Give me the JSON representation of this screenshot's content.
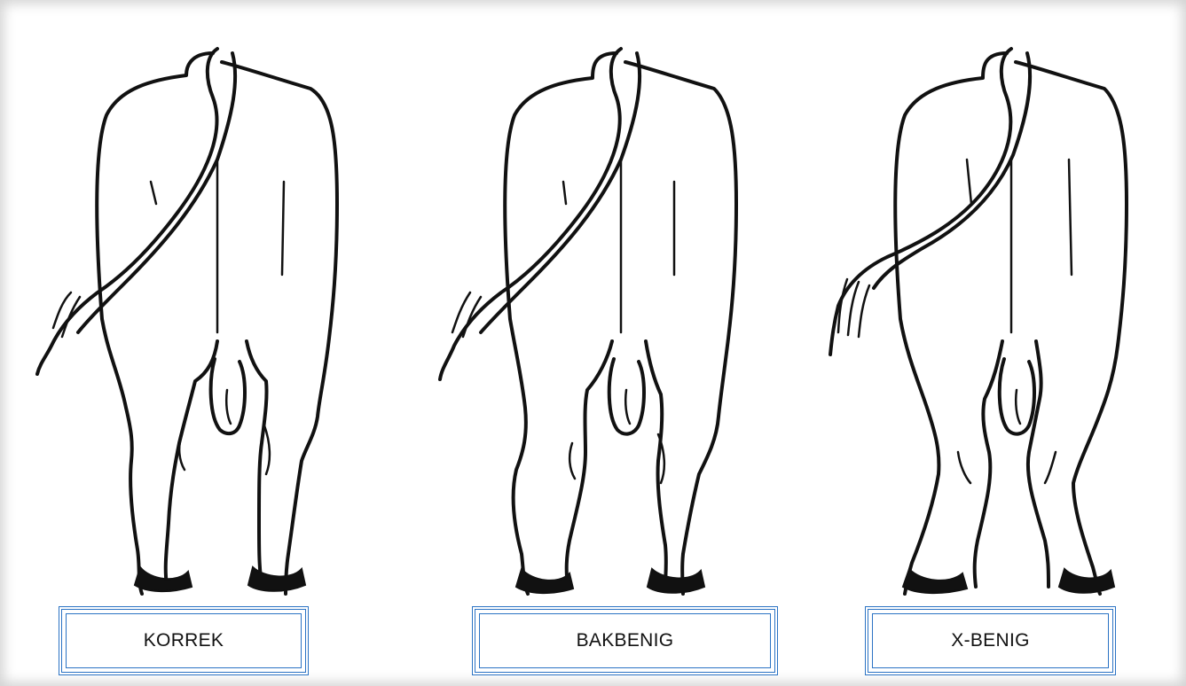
{
  "panels": [
    {
      "label": "KORREK",
      "stance": "correct"
    },
    {
      "label": "BAKBENIG",
      "stance": "bow-legged"
    },
    {
      "label": "X-BENIG",
      "stance": "knock-kneed"
    }
  ],
  "colors": {
    "ink": "#111111",
    "box_border": "#2b73c4",
    "background": "#ffffff"
  }
}
